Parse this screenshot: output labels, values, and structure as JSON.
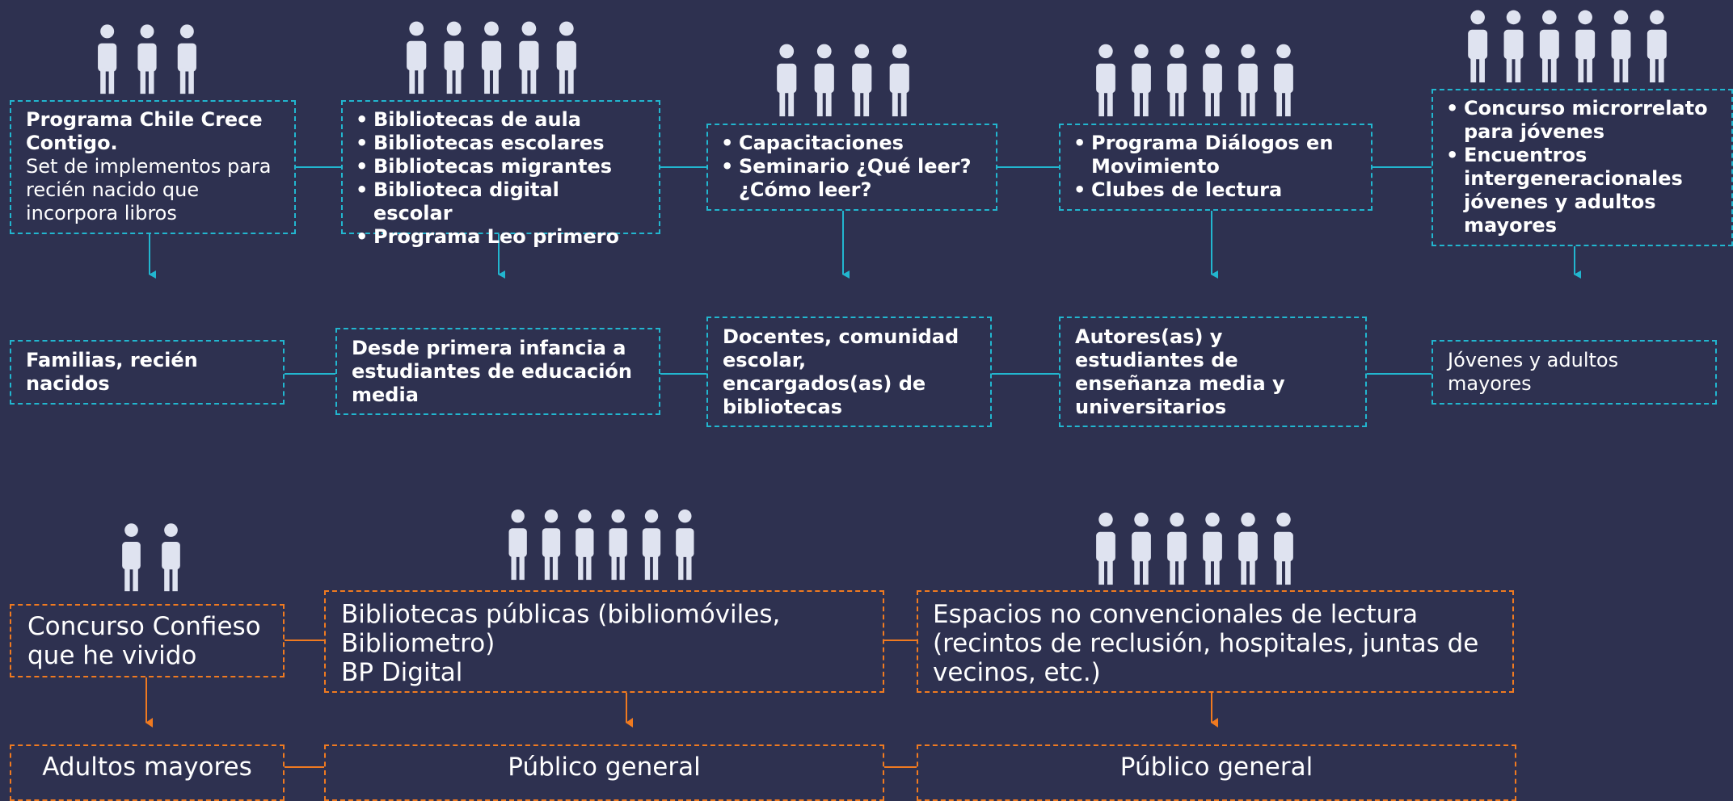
{
  "colors": {
    "background": "#2e3150",
    "cyan": "#22b6cf",
    "orange": "#f07a20",
    "figure": "#dfe3f0"
  },
  "top_programs": [
    {
      "title": "Programa Chile Crece Contigo.",
      "text": "Set de implementos para recién nacido que incorpora libros"
    },
    {
      "items": [
        "Bibliotecas de aula",
        "Bibliotecas escolares",
        "Bibliotecas migrantes",
        "Biblioteca digital escolar",
        "Programa Leo primero"
      ]
    },
    {
      "items": [
        "Capacitaciones",
        "Seminario ¿Qué leer? ¿Cómo leer?"
      ]
    },
    {
      "items": [
        "Programa Diálogos en Movimiento",
        "Clubes de lectura"
      ]
    },
    {
      "items": [
        "Concurso microrrelato para jóvenes",
        "Encuentros intergeneracionales jóvenes y adultos mayores"
      ]
    }
  ],
  "top_audiences": [
    "Familias, recién nacidos",
    "Desde primera infancia a estudiantes de educación media",
    "Docentes, comunidad escolar, encargados(as) de bibliotecas",
    "Autores(as) y estudiantes de enseñanza media y universitarios",
    "Jóvenes y adultos mayores"
  ],
  "bottom_programs": [
    {
      "text": "Concurso Confieso que he vivido"
    },
    {
      "lines": [
        "Bibliotecas públicas (bibliomóviles, Bibliometro)",
        "BP Digital"
      ]
    },
    {
      "text": "Espacios no convencionales de lectura (recintos de reclusión, hospitales, juntas de vecinos, etc.)"
    }
  ],
  "bottom_audiences": [
    "Adultos mayores",
    "Público general",
    "Público general"
  ]
}
